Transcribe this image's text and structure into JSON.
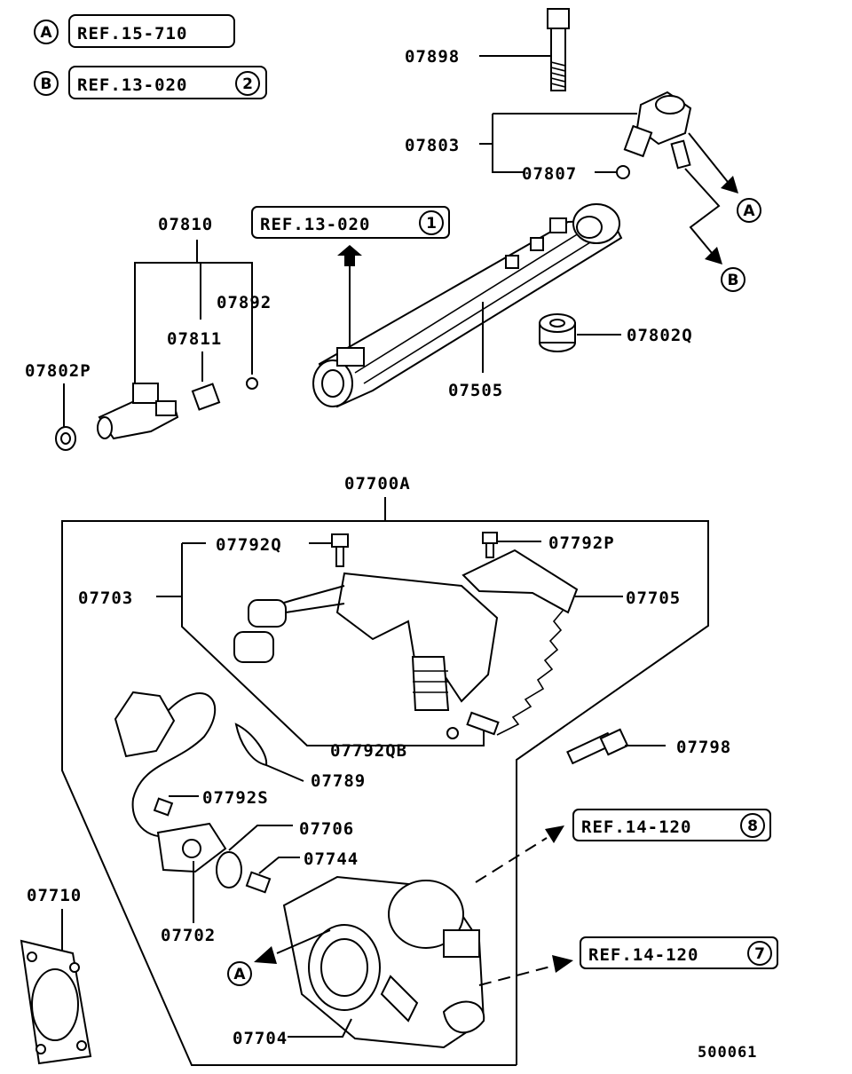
{
  "refs": {
    "a_marker": "A",
    "a_text": "REF.15-710",
    "b_marker": "B",
    "b_text": "REF.13-020",
    "b_circle": "2",
    "rail_ref_text": "REF.13-020",
    "rail_ref_circle": "1",
    "ref8_text": "REF.14-120",
    "ref8_circle": "8",
    "ref7_text": "REF.14-120",
    "ref7_circle": "7"
  },
  "parts": {
    "p07898": "07898",
    "p07803": "07803",
    "p07807": "07807",
    "p07810": "07810",
    "p07892": "07892",
    "p07811": "07811",
    "p07802P": "07802P",
    "p07505": "07505",
    "p07802Q": "07802Q",
    "p07700A": "07700A",
    "p07792Q": "07792Q",
    "p07792P": "07792P",
    "p07703": "07703",
    "p07705": "07705",
    "p07792QB": "07792QB",
    "p07798": "07798",
    "p07789": "07789",
    "p07792S": "07792S",
    "p07706": "07706",
    "p07744": "07744",
    "p07710": "07710",
    "p07702": "07702",
    "p07704": "07704"
  },
  "markers": {
    "arrow_a_top": "A",
    "arrow_b_top": "B",
    "arrow_a_bottom": "A"
  },
  "diagram_code": "500061"
}
